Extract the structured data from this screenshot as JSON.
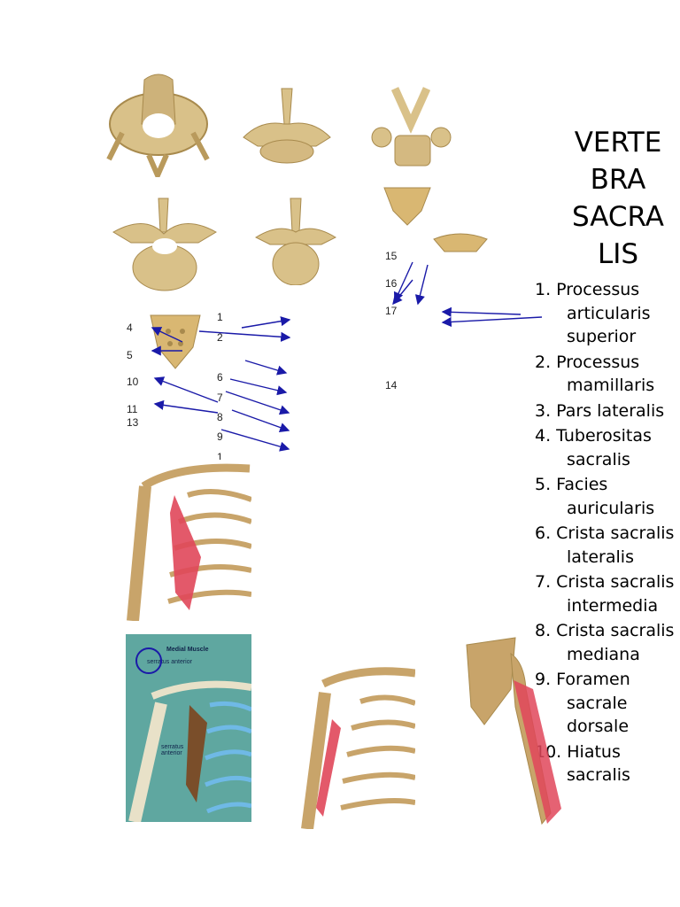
{
  "title": "VERTE\nBRA\nSACRA\nLIS",
  "list": [
    "1. Processus articularis superior",
    "2. Processus mamillaris",
    "3. Pars lateralis",
    "4. Tuberositas sacralis",
    "5. Facies auricularis",
    "6. Crista sacralis lateralis",
    "7. Crista sacralis intermedia",
    "8. Crista sacralis mediana",
    "9. Foramen sacrale dorsale",
    "10. Hiatus sacralis"
  ],
  "numbers": {
    "n1": "1",
    "n2": "2",
    "n4": "4",
    "n5": "5",
    "n6": "6",
    "n7": "7",
    "n8": "8",
    "n9": "9",
    "n10": "10",
    "n11": "11",
    "n13": "13",
    "n14": "14",
    "n15": "15",
    "n16": "16",
    "n17": "17",
    "n1b": "1"
  },
  "serratus_inset": {
    "heading": "Medial Muscle",
    "label_top": "serratus anterior",
    "label_mid": "serratus anterior"
  },
  "colors": {
    "bone": "#d9c189",
    "bone_dark": "#a88a4d",
    "muscle": "#d9535a",
    "arrow": "#1a1aa8",
    "inset_bg": "#5fa7a0"
  }
}
